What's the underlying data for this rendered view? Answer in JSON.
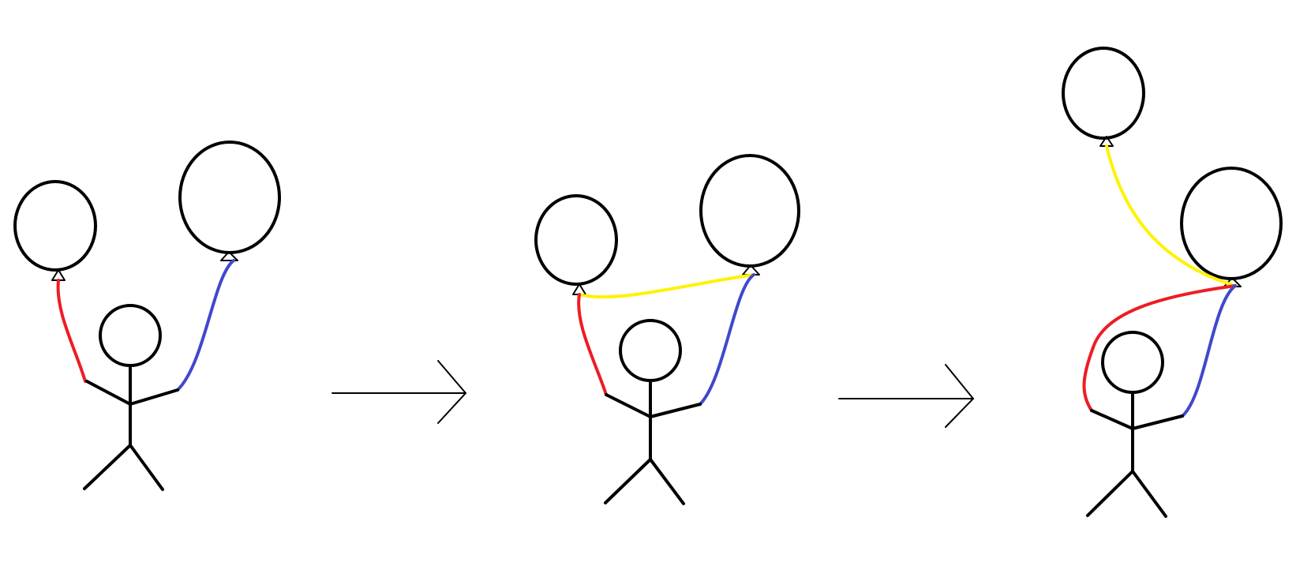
{
  "colors": {
    "background": "#ffffff",
    "outline": "#000000",
    "red_string": "#ee1c24",
    "blue_string": "#3f48cc",
    "yellow_string": "#fff200"
  },
  "panels": [
    {
      "step": 1,
      "balloons": 2,
      "strings": [
        "red",
        "blue"
      ]
    },
    {
      "step": 2,
      "balloons": 2,
      "strings": [
        "red",
        "blue",
        "yellow"
      ]
    },
    {
      "step": 3,
      "balloons": 2,
      "strings": [
        "red",
        "blue",
        "yellow"
      ]
    }
  ],
  "arrows": [
    {
      "from_step": 1,
      "to_step": 2
    },
    {
      "from_step": 2,
      "to_step": 3
    }
  ]
}
